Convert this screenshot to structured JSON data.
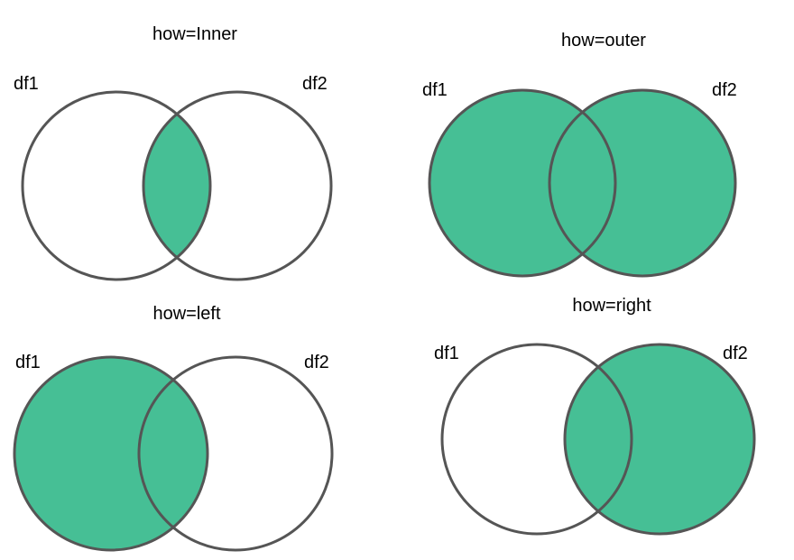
{
  "colors": {
    "fill": "#46bf95",
    "stroke": "#555555",
    "background": "#ffffff"
  },
  "panels": [
    {
      "id": "inner",
      "title": "how=Inner",
      "left_label": "df1",
      "right_label": "df2",
      "highlight": "intersection"
    },
    {
      "id": "outer",
      "title": "how=outer",
      "left_label": "df1",
      "right_label": "df2",
      "highlight": "union"
    },
    {
      "id": "left",
      "title": "how=left",
      "left_label": "df1",
      "right_label": "df2",
      "highlight": "left"
    },
    {
      "id": "right",
      "title": "how=right",
      "left_label": "df1",
      "right_label": "df2",
      "highlight": "right"
    }
  ]
}
